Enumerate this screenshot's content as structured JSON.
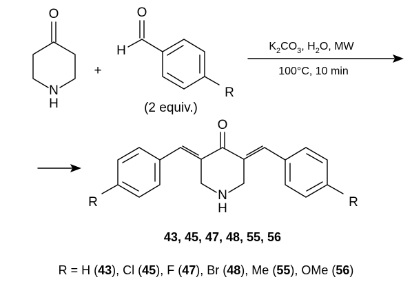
{
  "reactants": {
    "piperidinone": {
      "o_atom": "O",
      "n_atom": "N",
      "h_atom": "H"
    },
    "plus": "+",
    "benzaldehyde": {
      "o_atom": "O",
      "h_atom": "H",
      "r_atom": "R",
      "equiv_note": "(2 equiv.)"
    }
  },
  "conditions": {
    "reagents": {
      "k": "K",
      "k_sub": "2",
      "co": "CO",
      "co_sub": "3",
      "sep1": ", H",
      "h_sub": "2",
      "tail": "O, MW"
    },
    "temp_time": "100°C, 10 min"
  },
  "product": {
    "o_atom": "O",
    "n_atom": "N",
    "h_atom": "H",
    "r_left": "R",
    "r_right": "R",
    "compound_ids": "43, 45, 47, 48, 55, 56"
  },
  "substituents": {
    "prefix": "R = ",
    "items": [
      {
        "group": "H",
        "id": "43"
      },
      {
        "group": "Cl",
        "id": "45"
      },
      {
        "group": "F",
        "id": "47"
      },
      {
        "group": "Br",
        "id": "48"
      },
      {
        "group": "Me",
        "id": "55"
      },
      {
        "group": "OMe",
        "id": "56"
      }
    ]
  }
}
